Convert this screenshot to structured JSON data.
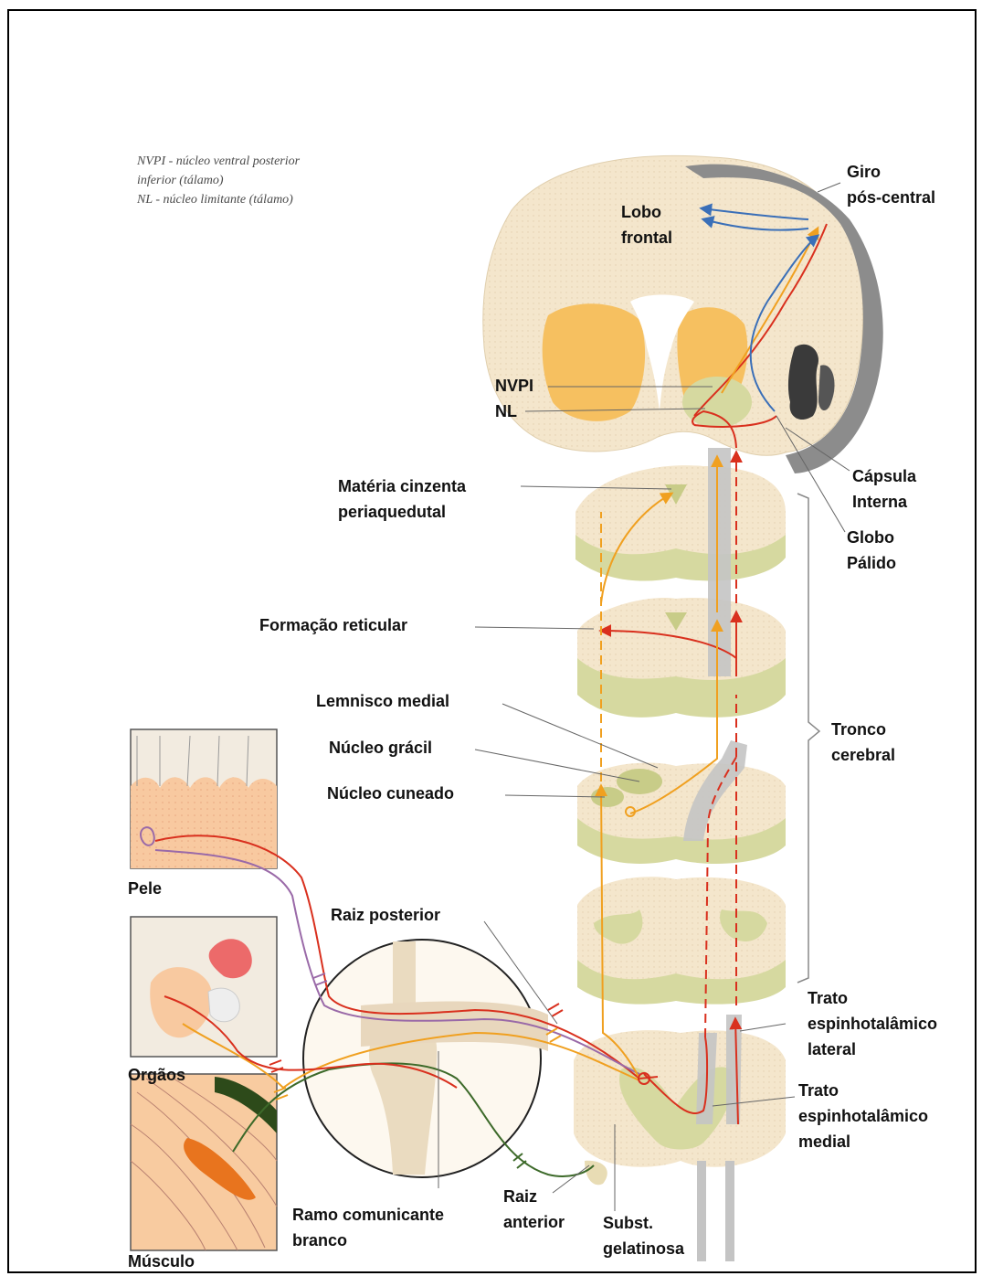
{
  "legend": {
    "line1": "NVPI - núcleo ventral posterior",
    "line2": "inferior (tálamo)",
    "line3": "NL - núcleo limitante (tálamo)"
  },
  "labels": {
    "giro_1": "Giro",
    "giro_2": "pós-central",
    "lobo_1": "Lobo",
    "lobo_2": "frontal",
    "nvpi": "NVPI",
    "nl": "NL",
    "capsula_1": "Cápsula",
    "capsula_2": "Interna",
    "globo_1": "Globo",
    "globo_2": "Pálido",
    "materia_1": "Matéria cinzenta",
    "materia_2": "periaquedutal",
    "formacao": "Formação reticular",
    "lemnisco": "Lemnisco medial",
    "gracil": "Núcleo grácil",
    "cuneado": "Núcleo cuneado",
    "tronco_1": "Tronco",
    "tronco_2": "cerebral",
    "pele": "Pele",
    "raiz_posterior": "Raiz posterior",
    "orgaos": "Orgãos",
    "trato_lat_1": "Trato",
    "trato_lat_2": "espinhotalâmico",
    "trato_lat_3": "lateral",
    "trato_med_1": "Trato",
    "trato_med_2": "espinhotalâmico",
    "trato_med_3": "medial",
    "raiz_ant_1": "Raiz",
    "raiz_ant_2": "anterior",
    "ramo_1": "Ramo comunicante",
    "ramo_2": "branco",
    "subst_1": "Subst.",
    "subst_2": "gelatinosa",
    "musculo": "Músculo"
  },
  "colors": {
    "pathway_red": "#d9301e",
    "pathway_orange": "#f0a020",
    "pathway_blue": "#3a6fb8",
    "pathway_purple": "#9a6aa8",
    "pathway_green": "#3d6a2a",
    "tissue_cream": "#f4e6cc",
    "tissue_olive": "#d6d9a0",
    "thalamus_orange": "#f6c060",
    "cortex_gray": "#8c8c8c"
  }
}
